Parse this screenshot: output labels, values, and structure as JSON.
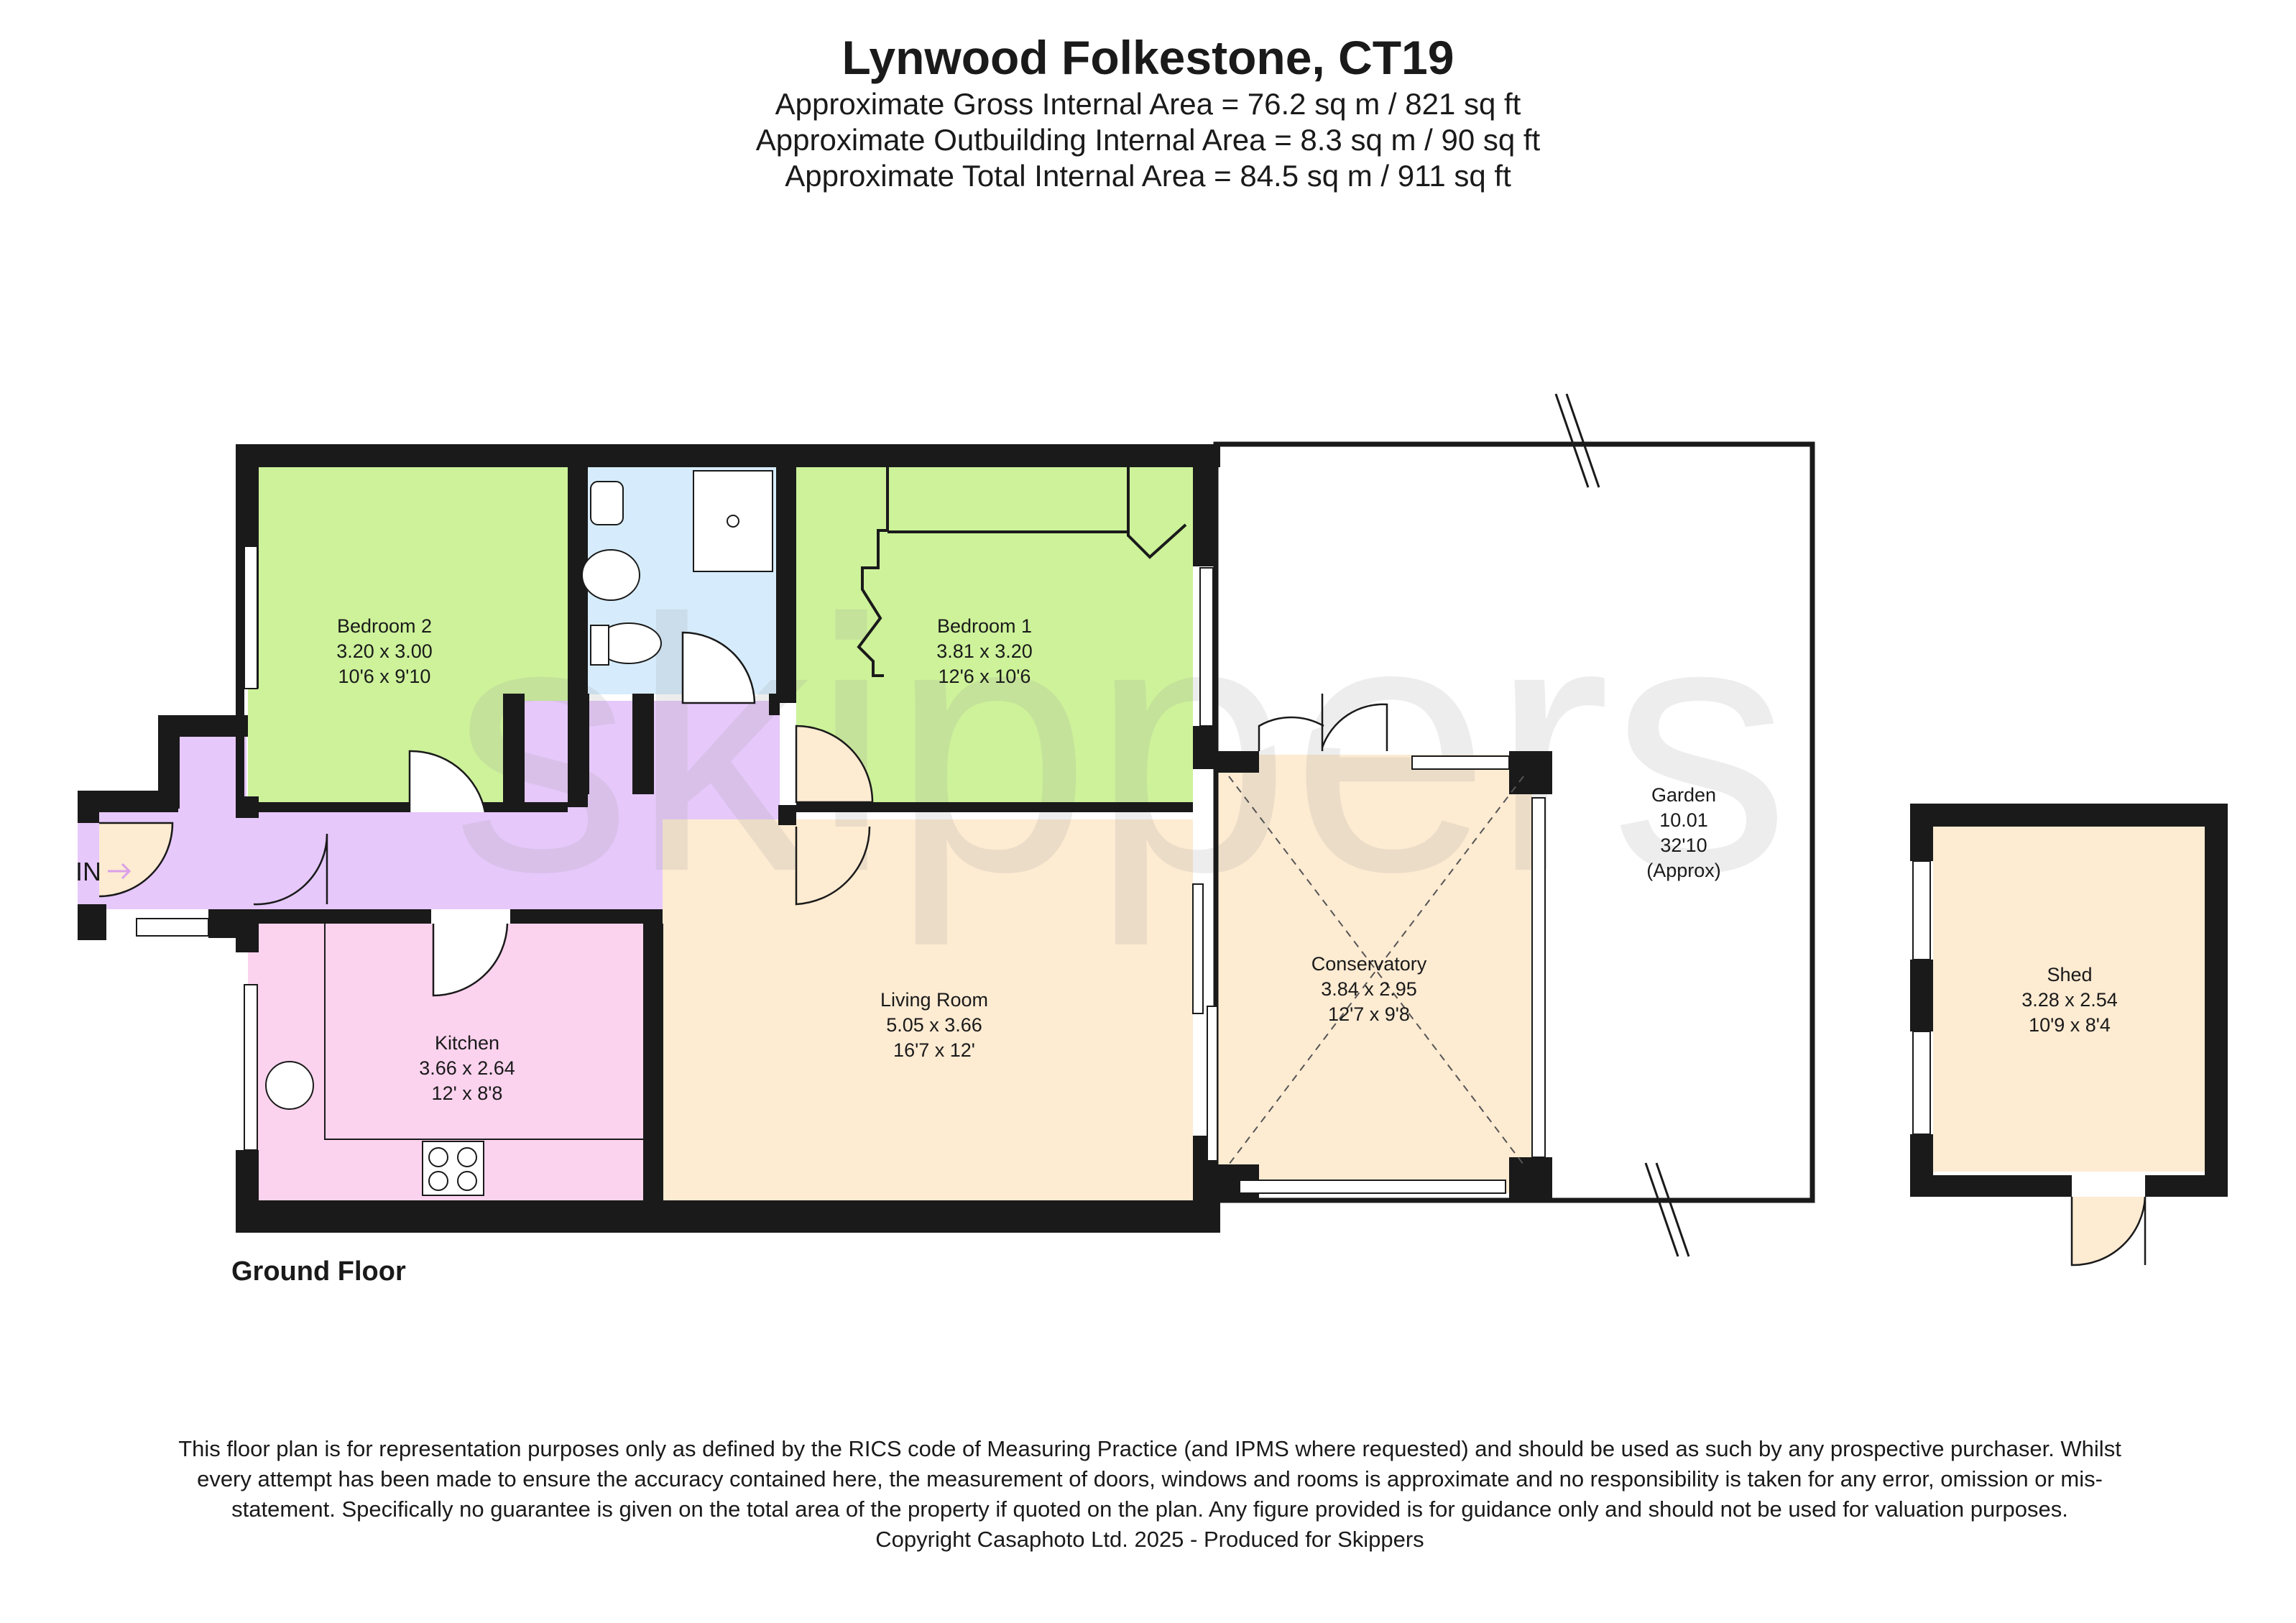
{
  "header": {
    "title": "Lynwood Folkestone, CT19",
    "gross_area": "Approximate Gross Internal Area = 76.2 sq m / 821 sq ft",
    "outbuilding_area": "Approximate Outbuilding Internal Area = 8.3 sq m / 90 sq ft",
    "total_area": "Approximate Total Internal Area = 84.5 sq m / 911 sq ft"
  },
  "rooms": {
    "bedroom2": {
      "name": "Bedroom 2",
      "metric": "3.20 x 3.00",
      "imperial": "10'6 x 9'10",
      "color": "#cdf29a"
    },
    "bedroom1": {
      "name": "Bedroom 1",
      "metric": "3.81 x 3.20",
      "imperial": "12'6 x 10'6",
      "color": "#cdf29a"
    },
    "kitchen": {
      "name": "Kitchen",
      "metric": "3.66 x 2.64",
      "imperial": "12' x 8'8",
      "color": "#fbd3ee"
    },
    "living_room": {
      "name": "Living Room",
      "metric": "5.05 x 3.66",
      "imperial": "16'7 x 12'",
      "color": "#fdebd2"
    },
    "conservatory": {
      "name": "Conservatory",
      "metric": "3.84 x 2.95",
      "imperial": "12'7 x 9'8",
      "color": "#fdebd2"
    },
    "garden": {
      "name": "Garden",
      "metric": "10.01",
      "imperial": "32'10",
      "note": "(Approx)",
      "color": "#ffffff"
    },
    "shed": {
      "name": "Shed",
      "metric": "3.28 x 2.54",
      "imperial": "10'9 x 8'4",
      "color": "#fdebd2"
    },
    "hallway": {
      "color": "#e6c8fb"
    },
    "bathroom": {
      "color": "#d6ecfc"
    }
  },
  "entrance": {
    "label": "IN"
  },
  "watermark": {
    "text": "skippers"
  },
  "floor_label": "Ground Floor",
  "disclaimer": {
    "text": "This floor plan is for representation purposes only as defined by the RICS code of Measuring Practice (and IPMS where requested) and should be used as such by any prospective purchaser. Whilst every attempt has been made to ensure the accuracy contained here, the measurement of doors, windows and rooms is approximate and no responsibility is taken for any error, omission or mis-statement. Specifically no guarantee is given on the total area of the property if quoted on the plan. Any figure provided is for guidance only and should not be used for valuation purposes.",
    "copyright": "Copyright Casaphoto Ltd. 2025 - Produced for Skippers"
  }
}
